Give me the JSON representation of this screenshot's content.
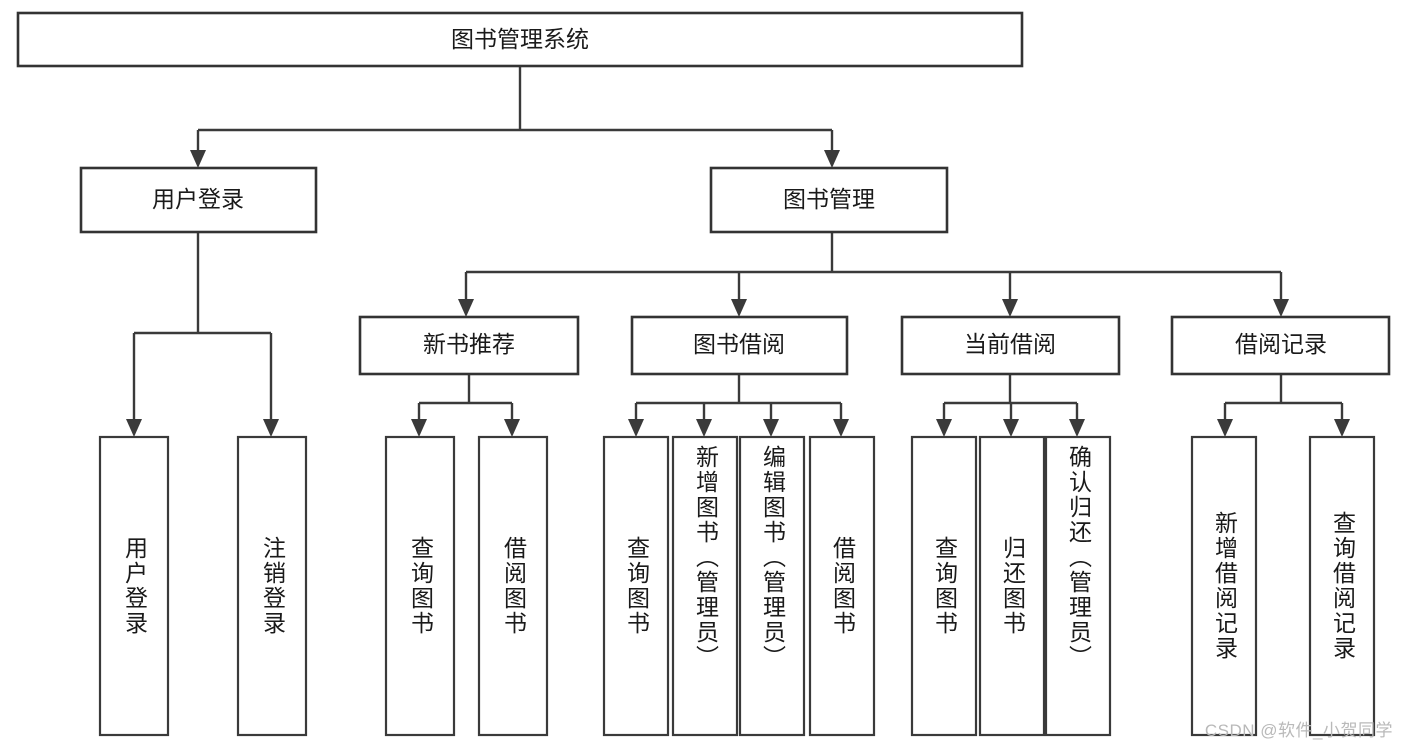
{
  "diagram": {
    "title": "图书管理系统",
    "type": "tree",
    "watermark": "CSDN @软件_小贺同学",
    "colors": {
      "box_stroke": "#333333",
      "box_fill": "#ffffff",
      "connector": "#3a3a3a",
      "text": "#1a1a1a",
      "background": "#ffffff",
      "watermark": "#b9b9b9"
    },
    "root": {
      "label": "图书管理系统"
    },
    "level2": [
      {
        "label": "用户登录"
      },
      {
        "label": "图书管理"
      }
    ],
    "level3": [
      {
        "label": "新书推荐"
      },
      {
        "label": "图书借阅"
      },
      {
        "label": "当前借阅"
      },
      {
        "label": "借阅记录"
      }
    ],
    "leaves": {
      "user_login": [
        {
          "label": "用户登录"
        },
        {
          "label": "注销登录"
        }
      ],
      "new_book": [
        {
          "label": "查询图书"
        },
        {
          "label": "借阅图书"
        }
      ],
      "book_borrow": [
        {
          "label": "查询图书"
        },
        {
          "label": "新增图书（管理员）"
        },
        {
          "label": "编辑图书（管理员）"
        },
        {
          "label": "借阅图书"
        }
      ],
      "current_borrow": [
        {
          "label": "查询图书"
        },
        {
          "label": "归还图书"
        },
        {
          "label": "确认归还（管理员）"
        }
      ],
      "borrow_record": [
        {
          "label": "新增借阅记录"
        },
        {
          "label": "查询借阅记录"
        }
      ]
    }
  }
}
